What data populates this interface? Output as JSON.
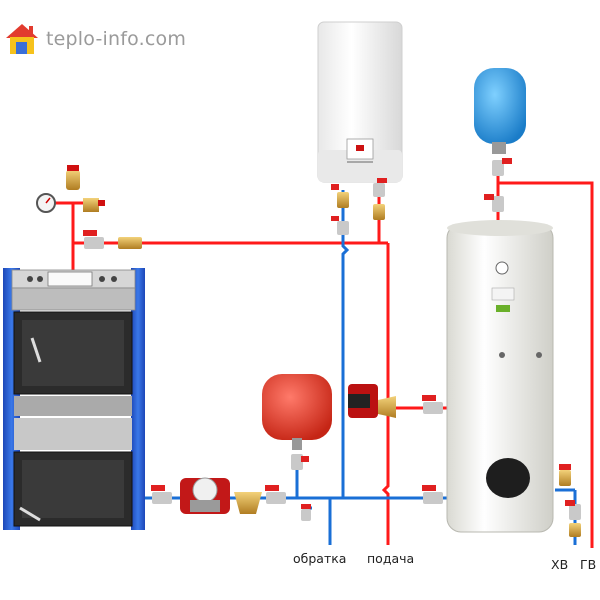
{
  "site": {
    "logo_text": "teplo-info.com"
  },
  "labels": {
    "return_line": "обратка",
    "supply_line": "подача",
    "cold_water": "ХВ",
    "hot_water": "ГВ"
  },
  "colors": {
    "supply_pipe": "#ff1a1a",
    "return_pipe": "#1a6fd6",
    "boiler_body": "#2a5fd0",
    "expansion_tank_heating": "#e53a2a",
    "expansion_tank_water": "#2aa0e0",
    "valve_handle": "#e02020",
    "brass": "#d8a640"
  },
  "icons": {
    "logo": "house-icon"
  }
}
